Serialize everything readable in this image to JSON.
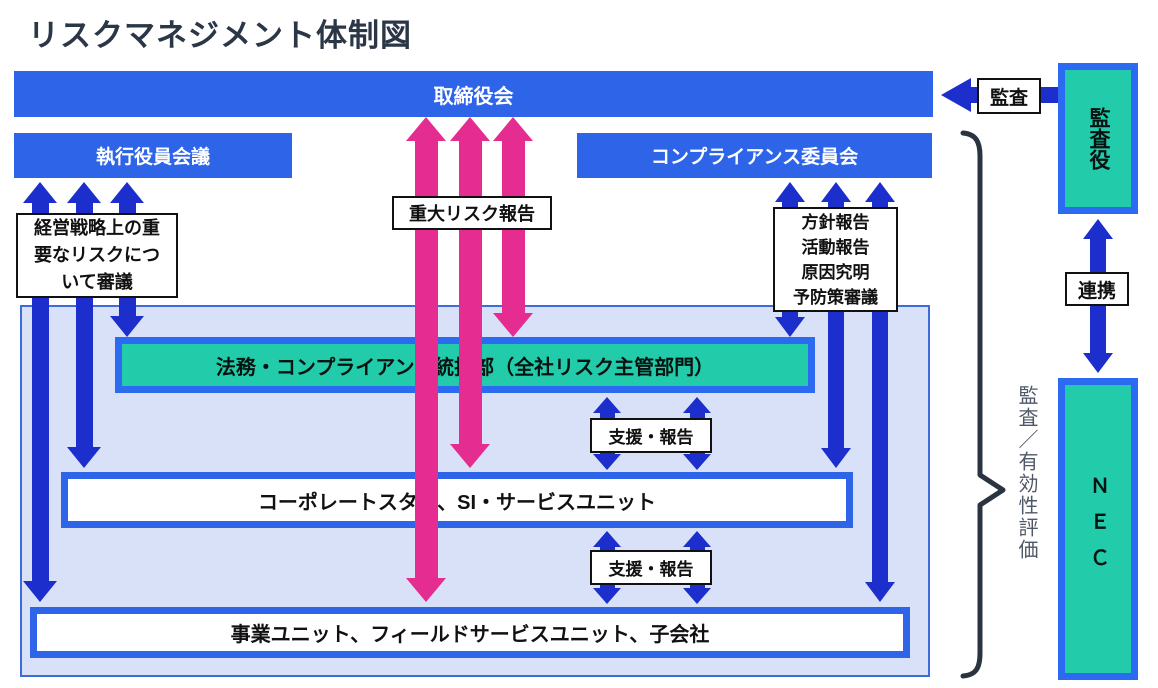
{
  "title": "リスクマネジメント体制図",
  "colors": {
    "box_blue": "#2E64E8",
    "arrow_blue": "#1C2ECC",
    "arrow_pink": "#E52C90",
    "teal": "#22CBAA",
    "panel_fill": "#D8E1F8",
    "panel_border": "#3D6BD9",
    "brace": "#2A3440",
    "side_text": "#4F5866",
    "title_text": "#2B3647"
  },
  "nodes": {
    "board": {
      "label": "取締役会"
    },
    "executive_meeting": {
      "label": "執行役員会議"
    },
    "compliance_committee": {
      "label": "コンプライアンス委員会"
    },
    "legal_compliance_division": {
      "label": "法務・コンプライアンス統括部（全社リスク主管部門）"
    },
    "corporate_staff": {
      "label": "コーポレートスタフ、SI・サービスユニット"
    },
    "business_units": {
      "label": "事業ユニット、フィールドサービスユニット、子会社"
    },
    "audit_supervisory_board": {
      "label": "監査役"
    },
    "nec": {
      "label": "ＮＥＣ"
    }
  },
  "annotations": {
    "audit": "監査",
    "cooperation": "連携",
    "major_risk_report": "重大リスク報告",
    "strategy_deliberation_lines": [
      "経営戦略上の重",
      "要なリスクにつ",
      "いて審議"
    ],
    "committee_report_lines": [
      "方針報告",
      "活動報告",
      "原因究明",
      "予防策審議"
    ],
    "support_report_upper": "支援・報告",
    "support_report_lower": "支援・報告",
    "audit_effectiveness_evaluation": "監査／有効性評価"
  }
}
